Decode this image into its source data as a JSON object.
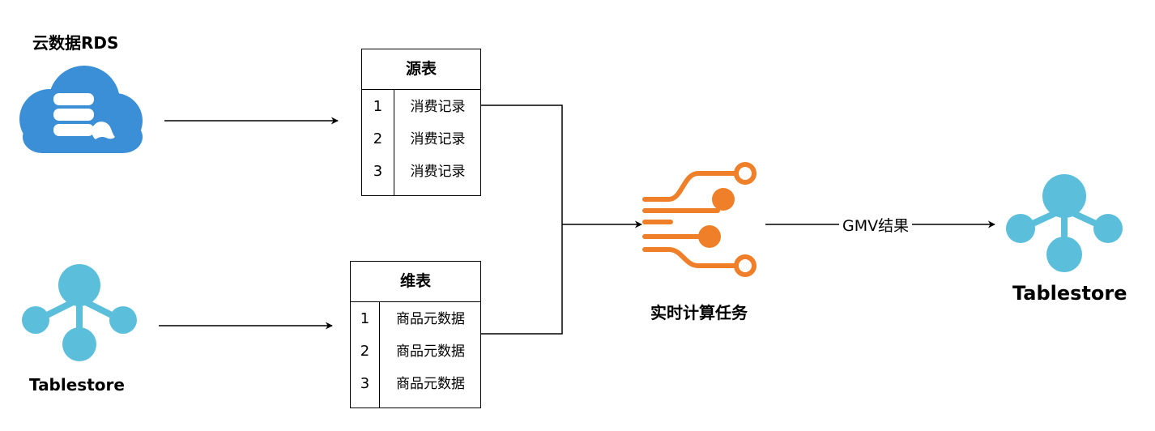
{
  "nodes": {
    "rds": {
      "label": "云数据RDS",
      "icon": "cloud-database-icon",
      "color": "#3a8fd6"
    },
    "tablestore_source": {
      "label": "Tablestore",
      "icon": "tablestore-icon",
      "color": "#5bbfdc"
    },
    "compute": {
      "label": "实时计算任务",
      "icon": "realtime-compute-icon",
      "color": "#f07f2a"
    },
    "tablestore_sink": {
      "label": "Tablestore",
      "icon": "tablestore-icon",
      "color": "#5bbfdc"
    }
  },
  "tables": {
    "source_table": {
      "title": "源表",
      "rows": [
        {
          "num": "1",
          "value": "消费记录"
        },
        {
          "num": "2",
          "value": "消费记录"
        },
        {
          "num": "3",
          "value": "消费记录"
        }
      ]
    },
    "dim_table": {
      "title": "维表",
      "rows": [
        {
          "num": "1",
          "value": "商品元数据"
        },
        {
          "num": "2",
          "value": "商品元数据"
        },
        {
          "num": "3",
          "value": "商品元数据"
        }
      ]
    }
  },
  "edges": {
    "compute_to_sink_label": "GMV结果"
  }
}
